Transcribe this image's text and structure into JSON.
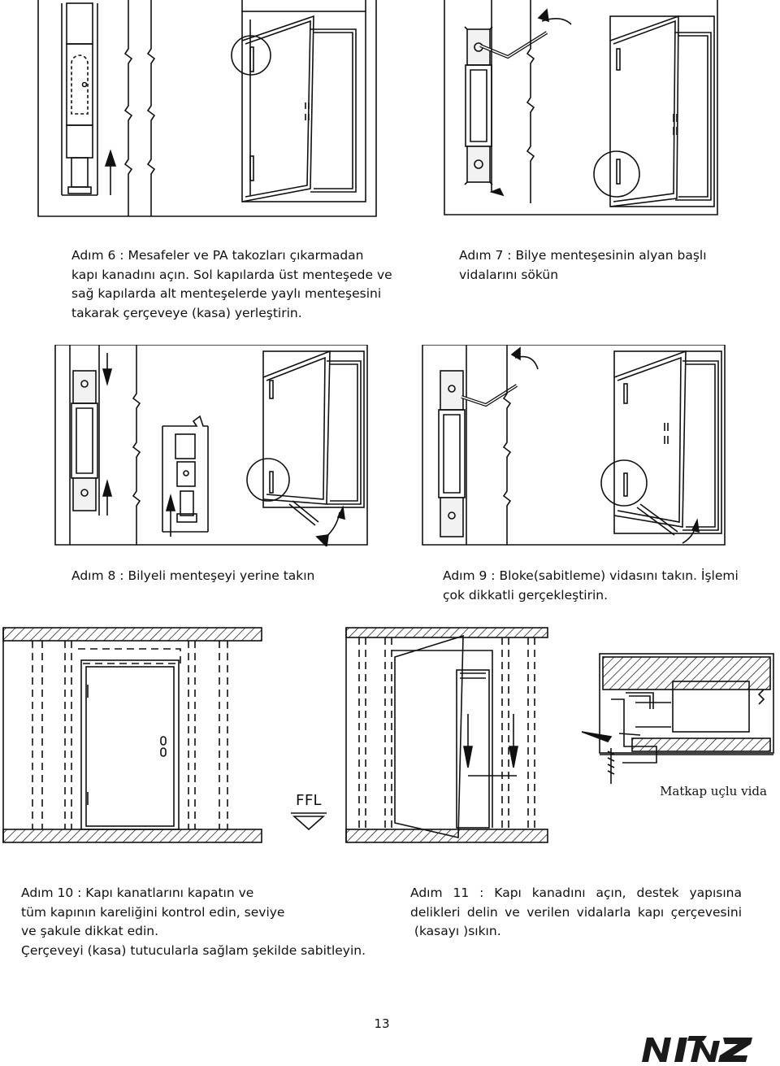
{
  "steps": {
    "step6": {
      "lines": [
        "Adım 6 : Mesafeler ve PA takozları çıkarmadan",
        "kapı kanadını açın. Sol kapılarda üst menteşede ve",
        "sağ kapılarda alt menteşelerde yaylı menteşesini",
        "takarak çerçeveye (kasa) yerleştirin."
      ]
    },
    "step7": {
      "lines": [
        "Adım 7 : Bilye menteşesinin alyan başlı",
        "vidalarını sökün"
      ]
    },
    "step8": {
      "lines": [
        "Adım 8 : Bilyeli menteşeyi yerine takın"
      ]
    },
    "step9": {
      "lines": [
        "Adım  9 : Bloke(sabitleme) vidasını takın. İşlemi",
        "çok dikkatli gerçekleştirin."
      ]
    },
    "step10": {
      "lines": [
        "Adım 10 : Kapı kanatlarını kapatın ve",
        "tüm kapının kareliğini kontrol edin, seviye",
        "ve şakule dikkat edin.",
        "Çerçeveyi (kasa) tutucularla sağlam şekilde sabitleyin."
      ]
    },
    "step11": {
      "lines": [
        "Adım 11 : Kapı kanadını açın, destek yapısına",
        "delikleri delin ve verilen vidalarla kapı çerçevesini",
        " (kasayı )sıkın."
      ]
    }
  },
  "figures": {
    "ffl_label": "FFL",
    "screw_label": "Matkap uçlu vida"
  },
  "page_number": "13",
  "logo": {
    "text": "NINZ",
    "color": "#1a1a1a"
  }
}
